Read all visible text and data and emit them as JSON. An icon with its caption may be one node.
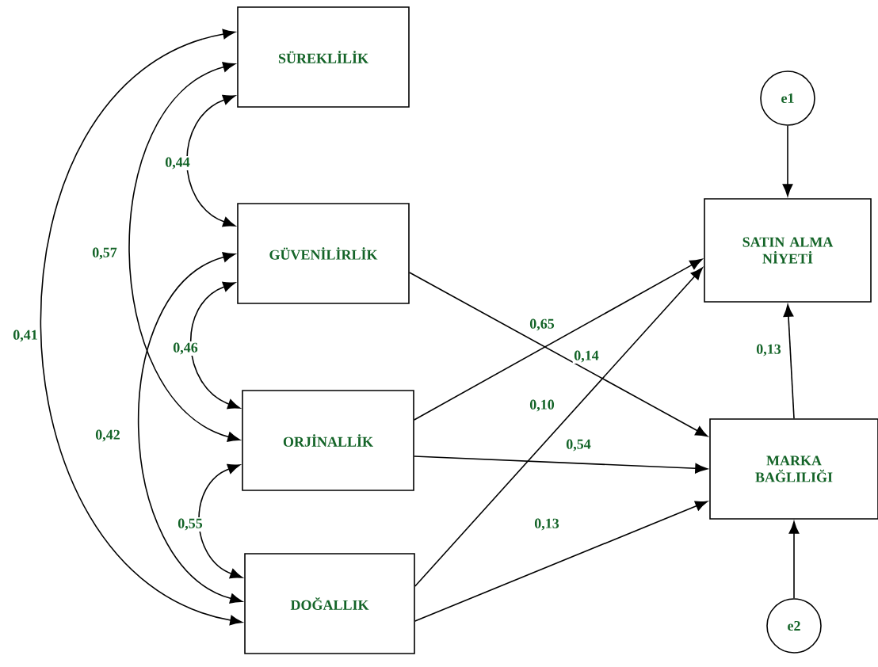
{
  "diagram": {
    "nodes": [
      {
        "text": [
          "SÜREKLİLİK"
        ]
      },
      {
        "text": [
          "GÜVENİLİRLİK"
        ]
      },
      {
        "text": [
          "ORJİNALLİK"
        ]
      },
      {
        "text": [
          "DOĞALLIK"
        ]
      },
      {
        "text": [
          "SATIN ALMA NİYETİ"
        ]
      },
      {
        "text": [
          "MARKA BAĞLILIĞI"
        ]
      },
      {
        "text": [
          "e1"
        ]
      },
      {
        "text": [
          "e2"
        ]
      }
    ],
    "edges": [
      {
        "from": 0,
        "to": 1,
        "arrow": "both",
        "label": "0,44"
      },
      {
        "from": 0,
        "to": 2,
        "arrow": "both",
        "label": "0,57"
      },
      {
        "from": 0,
        "to": 3,
        "arrow": "both",
        "label": "0,41"
      },
      {
        "from": 1,
        "to": 2,
        "arrow": "both",
        "label": "0,46"
      },
      {
        "from": 1,
        "to": 3,
        "arrow": "both",
        "label": "0,42"
      },
      {
        "from": 2,
        "to": 3,
        "arrow": "both",
        "label": "0,55"
      },
      {
        "from": 2,
        "to": 4,
        "arrow": "to",
        "label": "0,65"
      },
      {
        "from": 1,
        "to": 5,
        "arrow": "to",
        "label": "0,14"
      },
      {
        "from": 3,
        "to": 4,
        "arrow": "to",
        "label": "0,10"
      },
      {
        "from": 2,
        "to": 5,
        "arrow": "to",
        "label": "0,54"
      },
      {
        "from": 3,
        "to": 5,
        "arrow": "to",
        "label": "0,13"
      },
      {
        "from": 5,
        "to": 4,
        "arrow": "to",
        "label": "0,13"
      },
      {
        "from": 6,
        "to": 4,
        "arrow": "to"
      },
      {
        "from": 7,
        "to": 5,
        "arrow": "to"
      }
    ]
  }
}
